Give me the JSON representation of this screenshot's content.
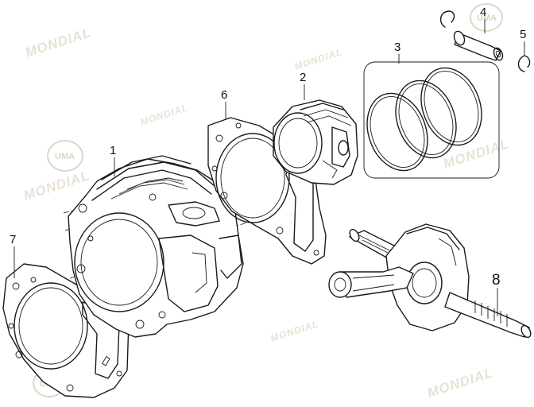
{
  "diagram": {
    "parts": [
      {
        "id": "1",
        "label": "1"
      },
      {
        "id": "2",
        "label": "2"
      },
      {
        "id": "3",
        "label": "3"
      },
      {
        "id": "4",
        "label": "4"
      },
      {
        "id": "5",
        "label": "5"
      },
      {
        "id": "6",
        "label": "6"
      },
      {
        "id": "7",
        "label": "7"
      },
      {
        "id": "8",
        "label": "8"
      }
    ]
  },
  "watermark": {
    "brand_text": "MONDIAL",
    "logo_text": "UMA"
  },
  "colors": {
    "line": "#1a1a1a",
    "watermark": "#e7e2d4",
    "background": "#ffffff"
  }
}
